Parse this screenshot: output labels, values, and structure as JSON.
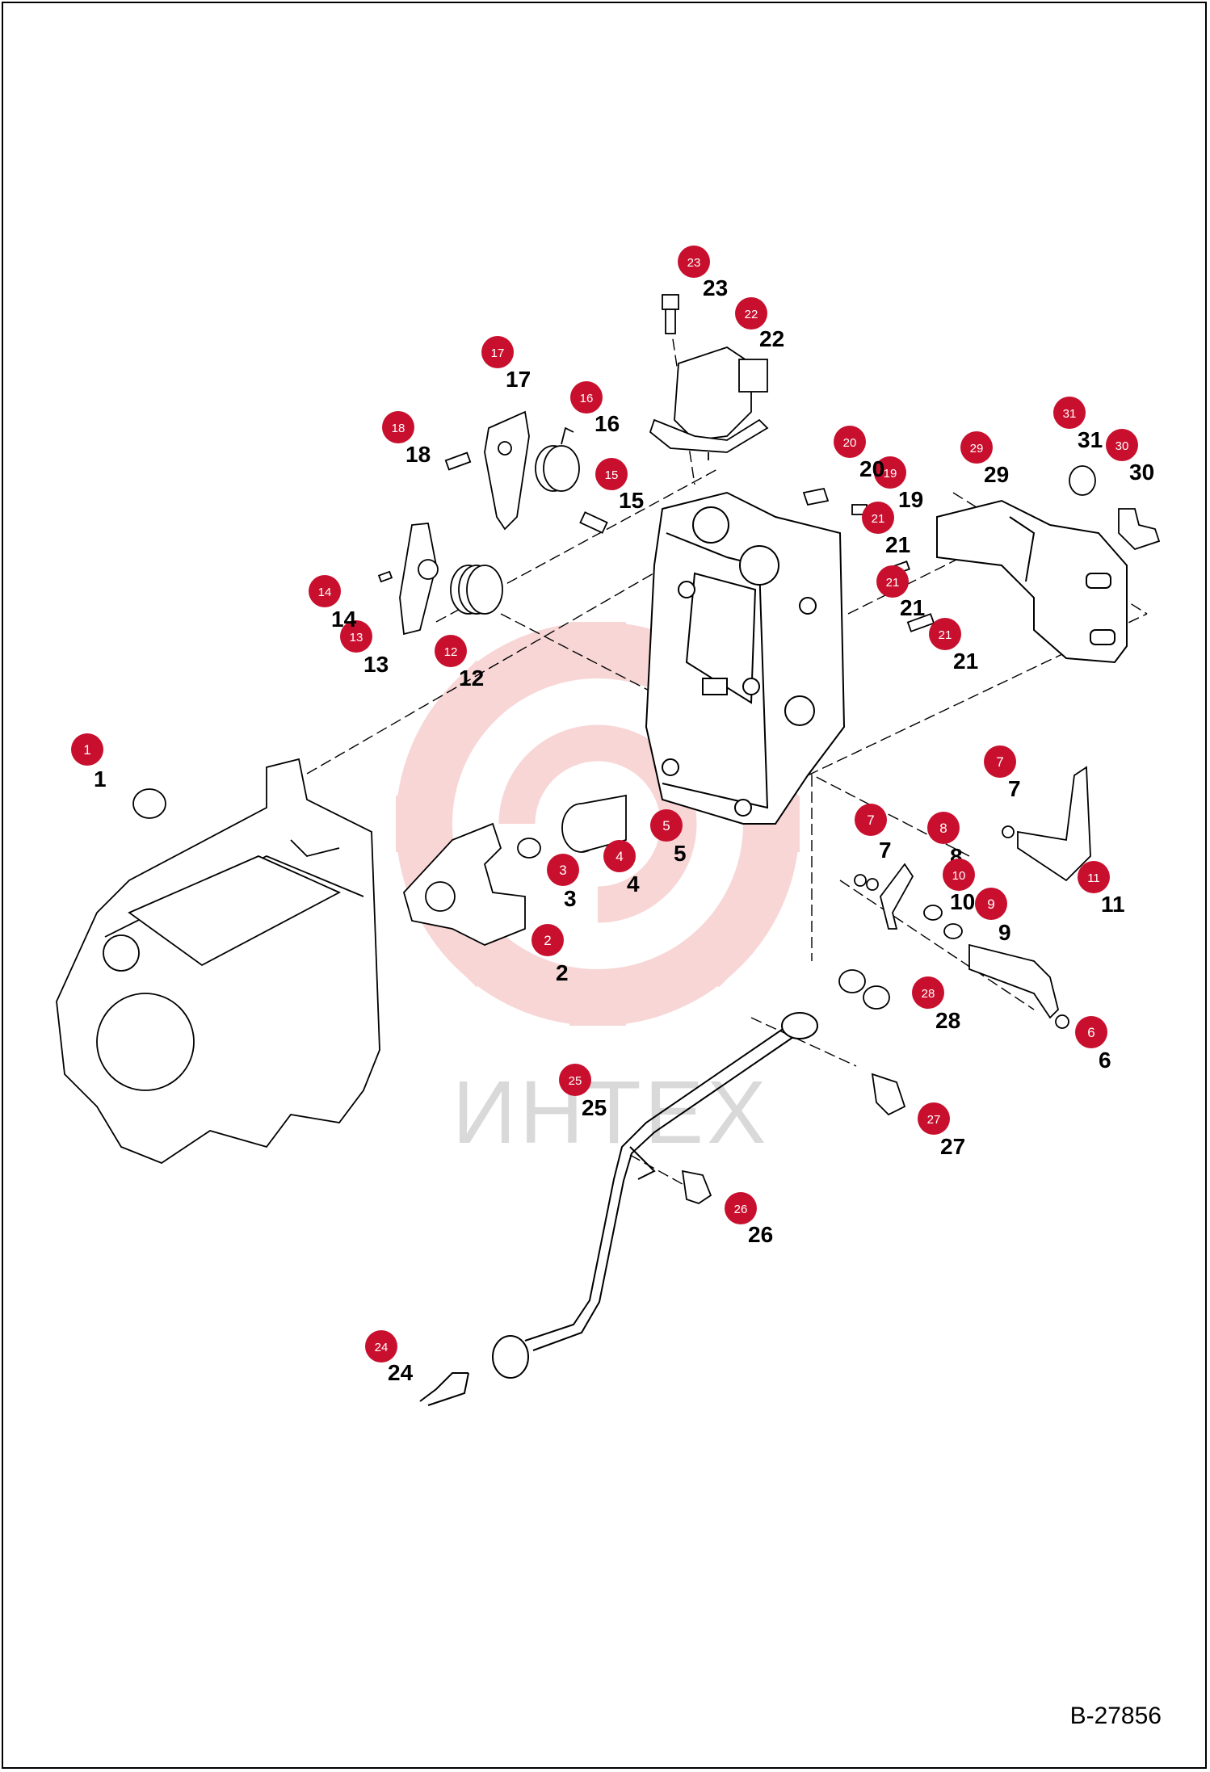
{
  "document": {
    "id": "B-27856",
    "watermark": "ИНТЕХ"
  },
  "callouts": [
    {
      "num": "1",
      "label": "1"
    },
    {
      "num": "2",
      "label": "2"
    },
    {
      "num": "3",
      "label": "3"
    },
    {
      "num": "4",
      "label": "4"
    },
    {
      "num": "5",
      "label": "5"
    },
    {
      "num": "6",
      "label": "6"
    },
    {
      "num": "7",
      "label": "7"
    },
    {
      "num": "7",
      "label": "7"
    },
    {
      "num": "8",
      "label": "8"
    },
    {
      "num": "9",
      "label": "9"
    },
    {
      "num": "10",
      "label": "10"
    },
    {
      "num": "11",
      "label": "11"
    },
    {
      "num": "12",
      "label": "12"
    },
    {
      "num": "13",
      "label": "13"
    },
    {
      "num": "14",
      "label": "14"
    },
    {
      "num": "15",
      "label": "15"
    },
    {
      "num": "16",
      "label": "16"
    },
    {
      "num": "17",
      "label": "17"
    },
    {
      "num": "18",
      "label": "18"
    },
    {
      "num": "19",
      "label": "19"
    },
    {
      "num": "20",
      "label": "20"
    },
    {
      "num": "21",
      "label": "21"
    },
    {
      "num": "21",
      "label": "21"
    },
    {
      "num": "21",
      "label": "21"
    },
    {
      "num": "22",
      "label": "22"
    },
    {
      "num": "23",
      "label": "23"
    },
    {
      "num": "24",
      "label": "24"
    },
    {
      "num": "25",
      "label": "25"
    },
    {
      "num": "26",
      "label": "26"
    },
    {
      "num": "27",
      "label": "27"
    },
    {
      "num": "28",
      "label": "28"
    },
    {
      "num": "29",
      "label": "29"
    },
    {
      "num": "30",
      "label": "30"
    },
    {
      "num": "31",
      "label": "31"
    }
  ],
  "colors": {
    "badge": "#c8102e",
    "badge_text": "#ffffff",
    "line": "#000000",
    "watermark": "#f4b6b6",
    "watermark_text": "#d9d9d9"
  }
}
